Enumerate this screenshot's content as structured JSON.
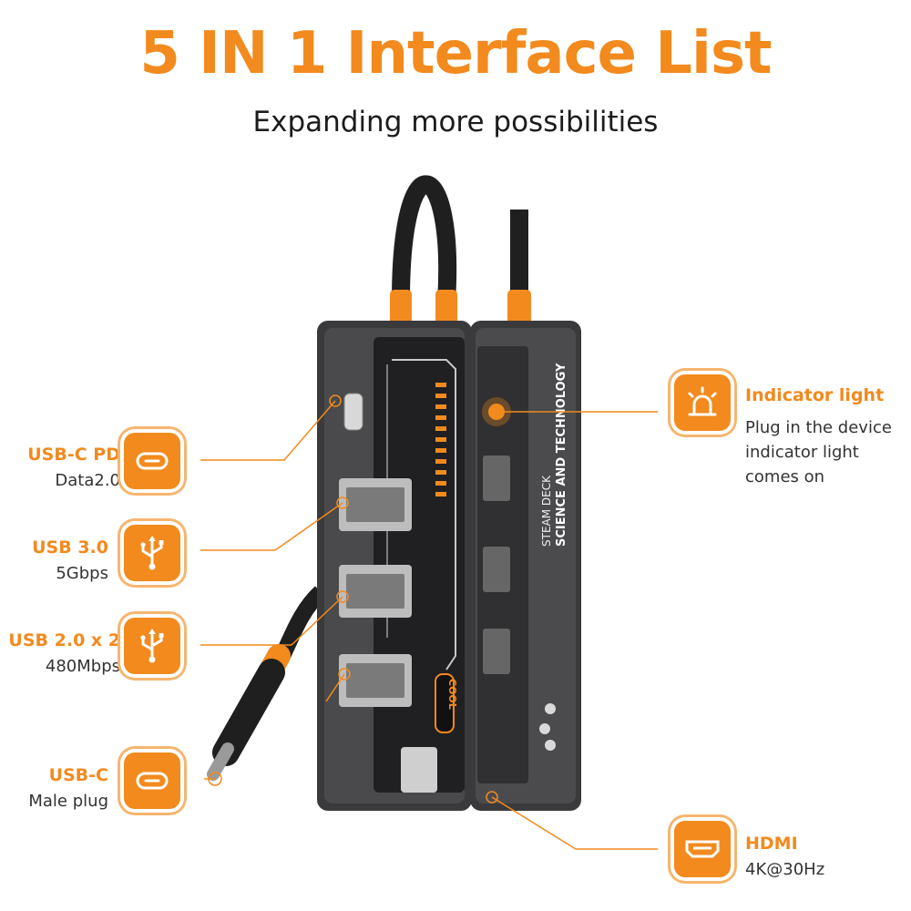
{
  "header": {
    "title": "5 IN 1  Interface List",
    "subtitle": "Expanding more possibilities"
  },
  "device_text": {
    "brand_line": "STEAM DECK",
    "tech_line": "SCIENCE AND TECHNOLOGY",
    "cool_badge": "COOL"
  },
  "ports": {
    "usb_c_pd": {
      "title": "USB-C PD",
      "sub": "Data2.0",
      "icon": "usb-c-icon"
    },
    "usb3": {
      "title": "USB 3.0",
      "sub": "5Gbps",
      "icon": "usb-trident-icon"
    },
    "usb2": {
      "title": "USB 2.0 x 2",
      "sub": "480Mbps",
      "icon": "usb-trident-icon"
    },
    "usb_c_male": {
      "title": "USB-C",
      "sub": "Male plug",
      "icon": "usb-c-icon"
    },
    "indicator": {
      "title": "Indicator light",
      "lines": [
        "Plug in the device",
        "indicator light",
        "comes on"
      ],
      "icon": "alarm-light-icon"
    },
    "hdmi": {
      "title": "HDMI",
      "sub": "4K@30Hz",
      "icon": "hdmi-icon"
    }
  },
  "colors": {
    "accent": "#f28a1e",
    "text": "#333333",
    "device_body": "#3a3a3c"
  }
}
